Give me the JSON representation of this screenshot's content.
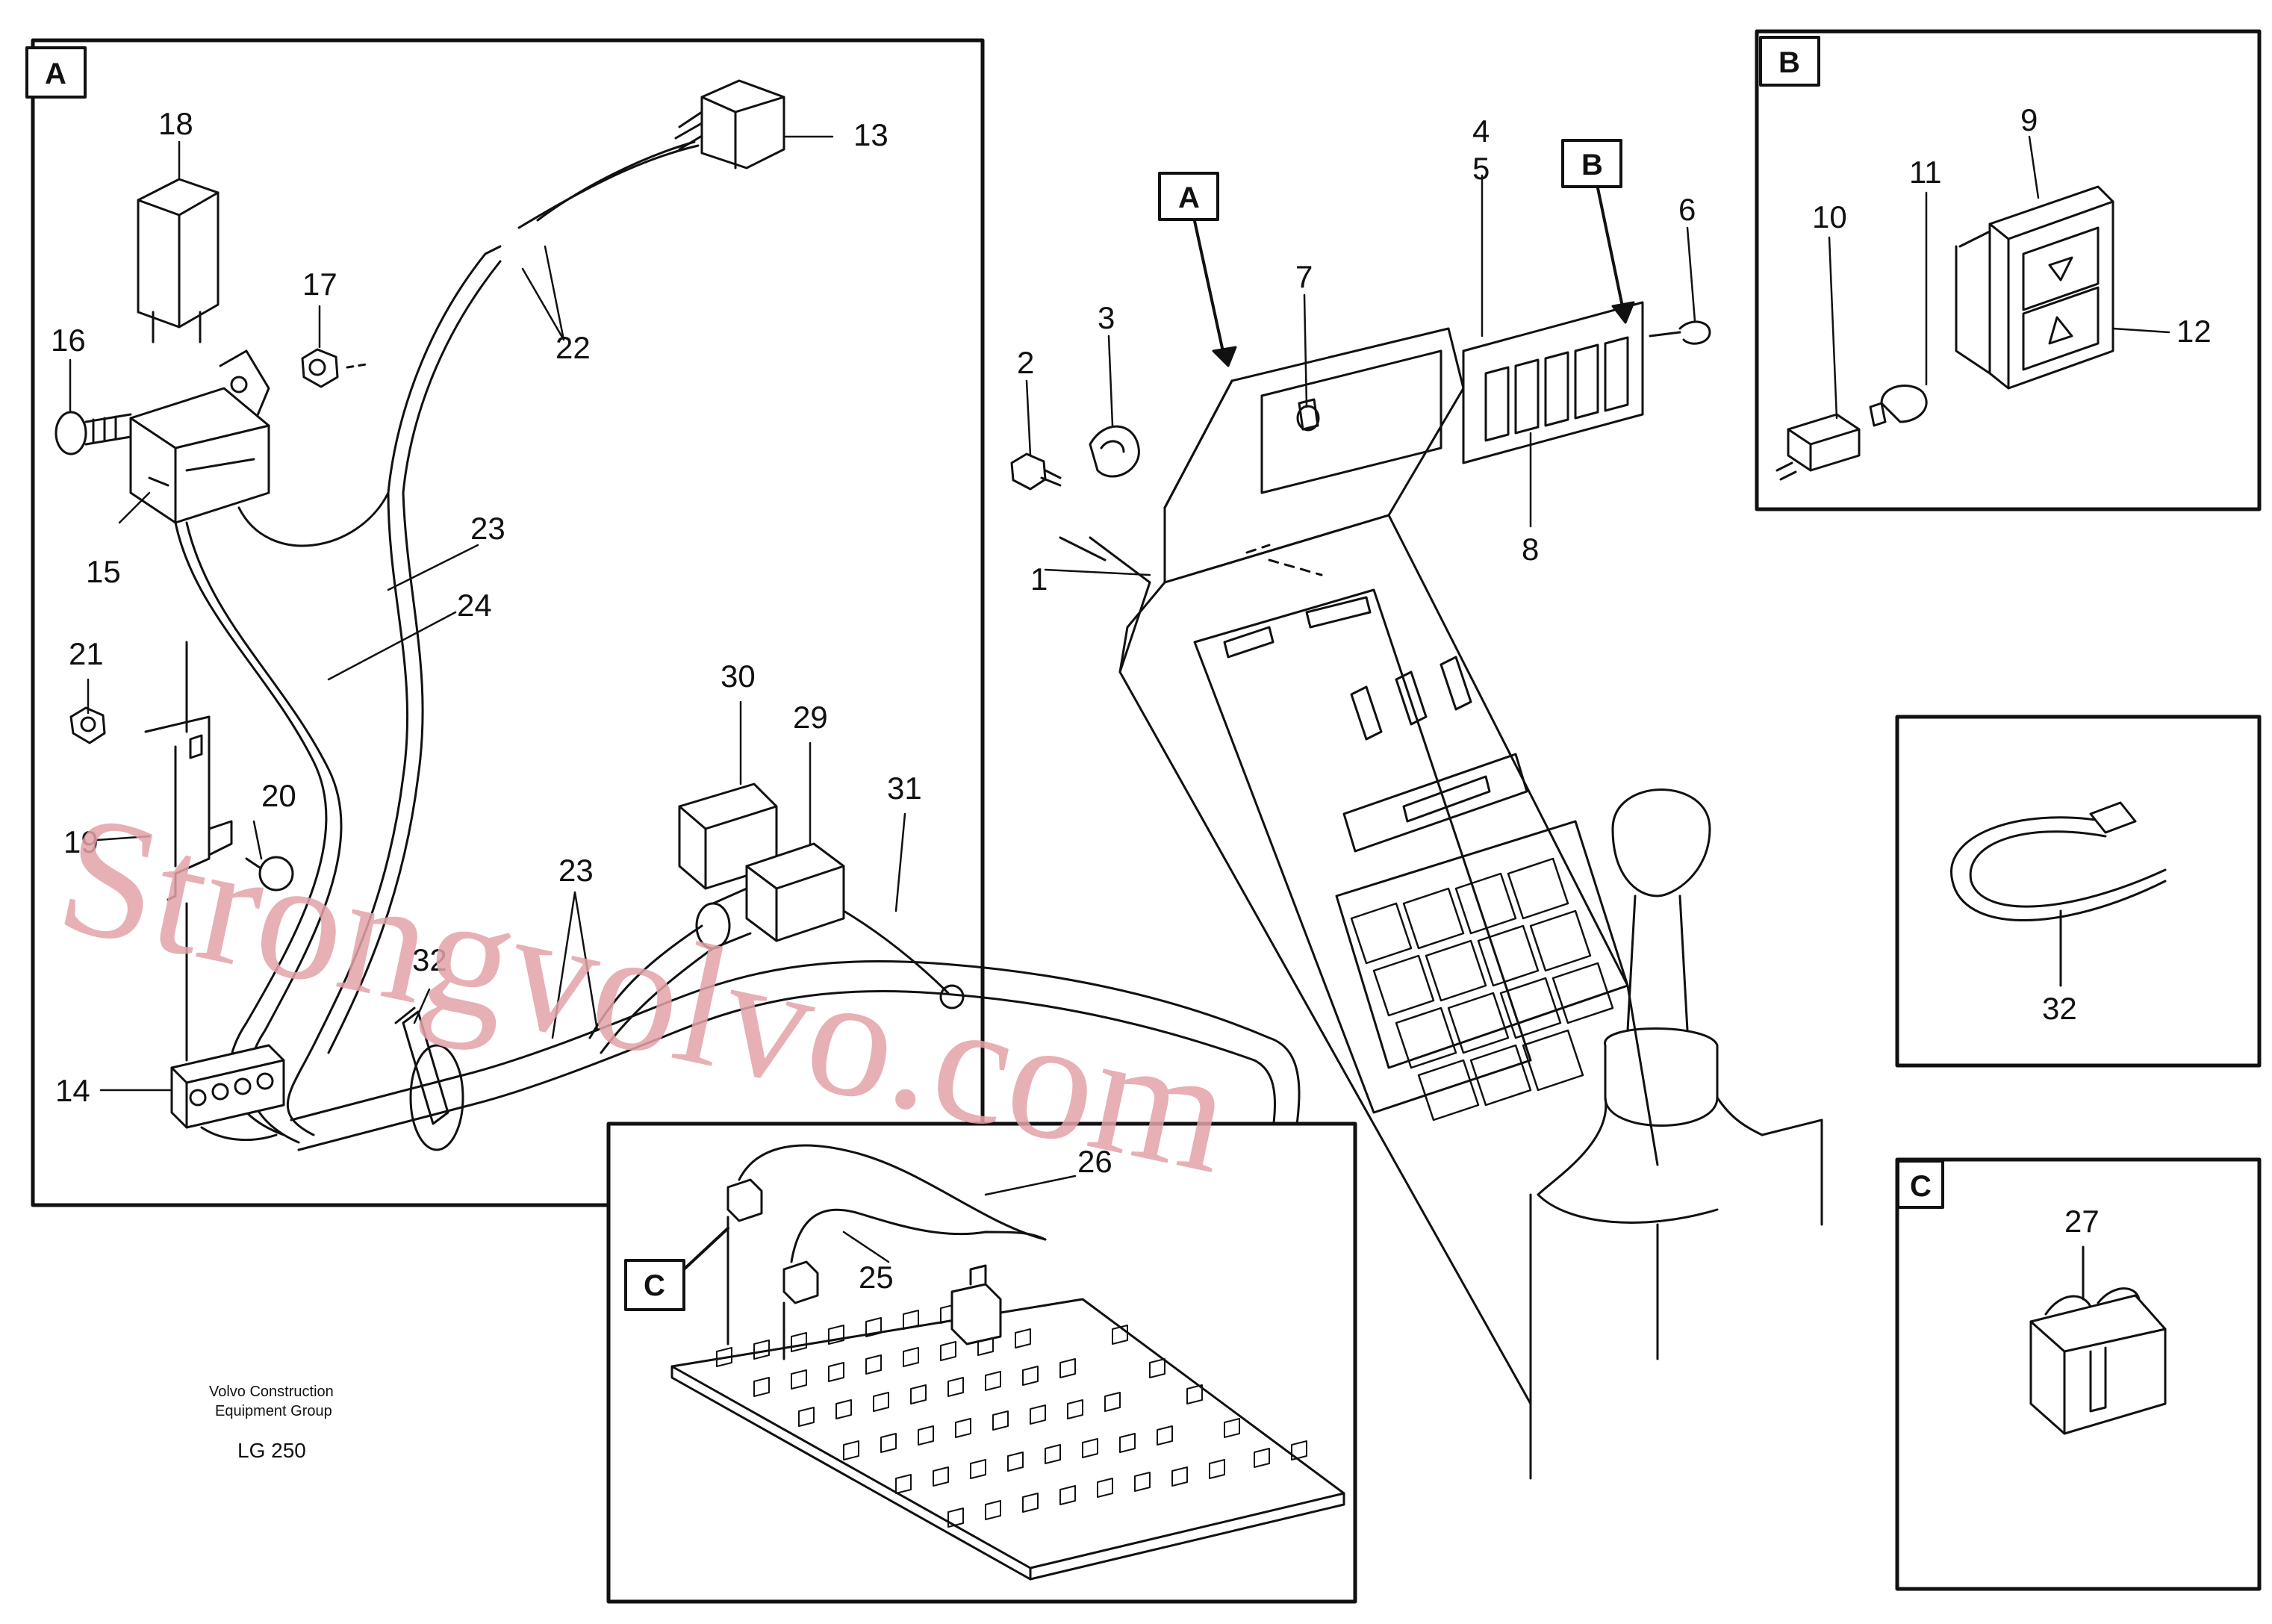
{
  "diagram": {
    "title_lines": [
      "Volvo Construction",
      "Equipment Group"
    ],
    "model": "LG 250",
    "watermark": "Strongvolvo.com",
    "callouts": [
      "1",
      "2",
      "3",
      "4",
      "5",
      "6",
      "7",
      "8",
      "9",
      "10",
      "11",
      "12",
      "13",
      "14",
      "15",
      "16",
      "17",
      "18",
      "19",
      "20",
      "21",
      "22",
      "23",
      "24",
      "25",
      "26",
      "27",
      "29",
      "30",
      "31",
      "32"
    ],
    "section_labels": {
      "a": "A",
      "b": "B",
      "c": "C"
    },
    "accent_color": "#e3a3a8"
  }
}
